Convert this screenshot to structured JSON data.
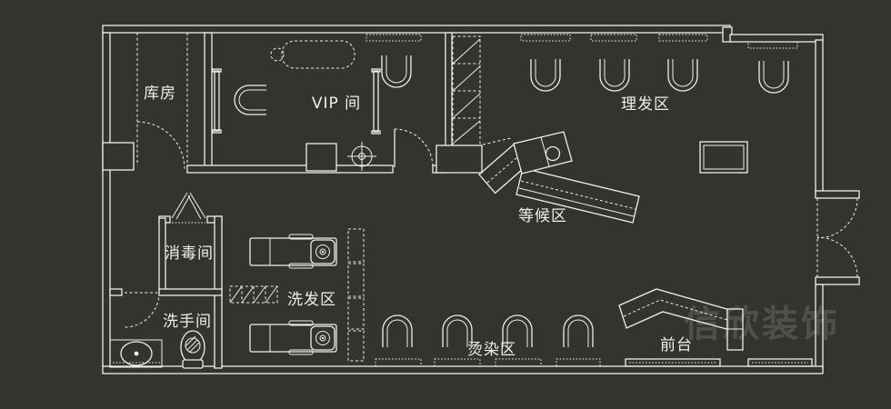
{
  "plan": {
    "background_color": "#34342F",
    "line_color": "#EFEFE8",
    "watermark_color": "rgba(240,240,234,0.15)"
  },
  "labels": {
    "storage_room": "库房",
    "vip_room": "VIP 间",
    "haircut_area": "理发区",
    "waiting_area": "等候区",
    "disinfection_room": "消毒间",
    "shampoo_area": "洗发区",
    "restroom": "洗手间",
    "perm_dye_area": "烫染区",
    "front_desk": "前台"
  },
  "watermark": "信欣装饰"
}
